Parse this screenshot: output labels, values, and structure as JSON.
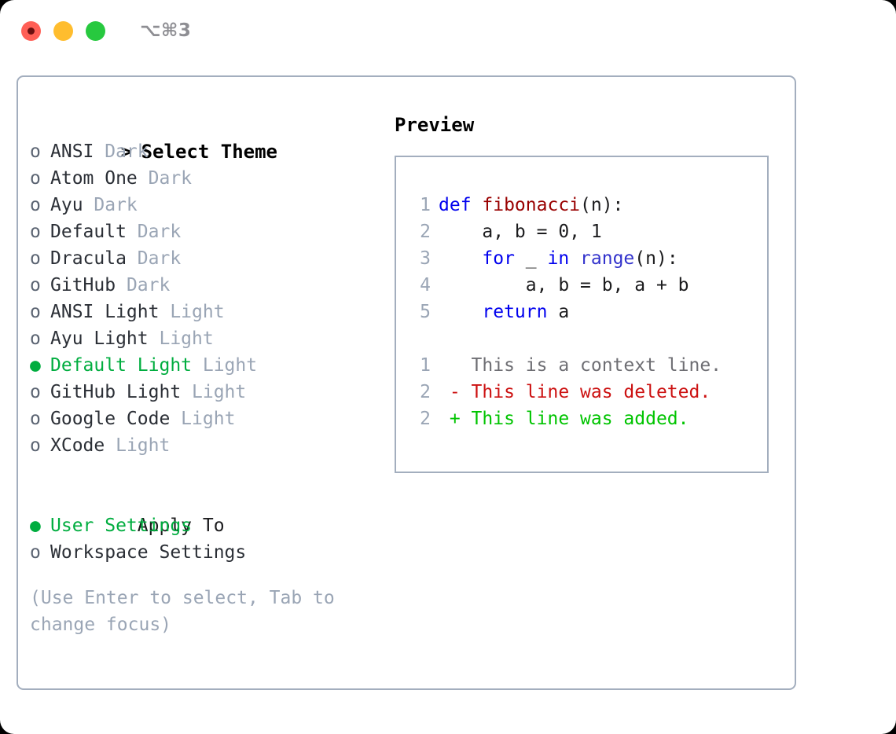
{
  "window": {
    "shortcut": "⌥⌘3",
    "traffic_lights": [
      {
        "name": "close",
        "color": "#ff5f56"
      },
      {
        "name": "minimize",
        "color": "#ffbd2e"
      },
      {
        "name": "maximize",
        "color": "#27c93f"
      }
    ]
  },
  "theme_picker": {
    "prompt_marker": ">",
    "title": "Select Theme",
    "unselected_marker": "o",
    "selected_marker": "●",
    "items": [
      {
        "label": "ANSI",
        "variant": "Dark",
        "selected": false
      },
      {
        "label": "Atom One",
        "variant": "Dark",
        "selected": false
      },
      {
        "label": "Ayu",
        "variant": "Dark",
        "selected": false
      },
      {
        "label": "Default",
        "variant": "Dark",
        "selected": false
      },
      {
        "label": "Dracula",
        "variant": "Dark",
        "selected": false
      },
      {
        "label": "GitHub",
        "variant": "Dark",
        "selected": false
      },
      {
        "label": "ANSI Light",
        "variant": "Light",
        "selected": false
      },
      {
        "label": "Ayu Light",
        "variant": "Light",
        "selected": false
      },
      {
        "label": "Default Light",
        "variant": "Light",
        "selected": true
      },
      {
        "label": "GitHub Light",
        "variant": "Light",
        "selected": false
      },
      {
        "label": "Google Code",
        "variant": "Light",
        "selected": false
      },
      {
        "label": "XCode",
        "variant": "Light",
        "selected": false
      }
    ]
  },
  "apply_to": {
    "title": "Apply To",
    "items": [
      {
        "label": "User Settings",
        "selected": true
      },
      {
        "label": "Workspace Settings",
        "selected": false
      }
    ]
  },
  "hint": "(Use Enter to select, Tab to change focus)",
  "preview": {
    "title": "Preview",
    "code_lines": [
      {
        "no": "1",
        "tokens": [
          {
            "t": "def ",
            "c": "kw"
          },
          {
            "t": "fibonacci",
            "c": "fn"
          },
          {
            "t": "(n):",
            "c": "plain"
          }
        ]
      },
      {
        "no": "2",
        "tokens": [
          {
            "t": "    a, b = 0, 1",
            "c": "plain"
          }
        ]
      },
      {
        "no": "3",
        "tokens": [
          {
            "t": "    ",
            "c": "plain"
          },
          {
            "t": "for",
            "c": "kw"
          },
          {
            "t": " _ ",
            "c": "plain"
          },
          {
            "t": "in",
            "c": "kw"
          },
          {
            "t": " ",
            "c": "plain"
          },
          {
            "t": "range",
            "c": "builtin"
          },
          {
            "t": "(n):",
            "c": "plain"
          }
        ]
      },
      {
        "no": "4",
        "tokens": [
          {
            "t": "        a, b = b, a + b",
            "c": "plain"
          }
        ]
      },
      {
        "no": "5",
        "tokens": [
          {
            "t": "    ",
            "c": "plain"
          },
          {
            "t": "return",
            "c": "kw"
          },
          {
            "t": " a",
            "c": "plain"
          }
        ]
      }
    ],
    "diff_lines": [
      {
        "no": "1",
        "tokens": [
          {
            "t": "   This is a context line.",
            "c": "ctx"
          }
        ]
      },
      {
        "no": "2",
        "tokens": [
          {
            "t": " - This line was deleted.",
            "c": "del"
          }
        ]
      },
      {
        "no": "2",
        "tokens": [
          {
            "t": " + This line was added.",
            "c": "add"
          }
        ]
      }
    ]
  },
  "colors": {
    "accent_green": "#00ad3f",
    "muted_gray": "#9aa5b5",
    "border": "#a3aebe",
    "keyword_blue": "#0000ee",
    "function_red": "#990000",
    "builtin_blue": "#3333cc",
    "diff_deleted": "#cc1111",
    "diff_added": "#00c400"
  }
}
